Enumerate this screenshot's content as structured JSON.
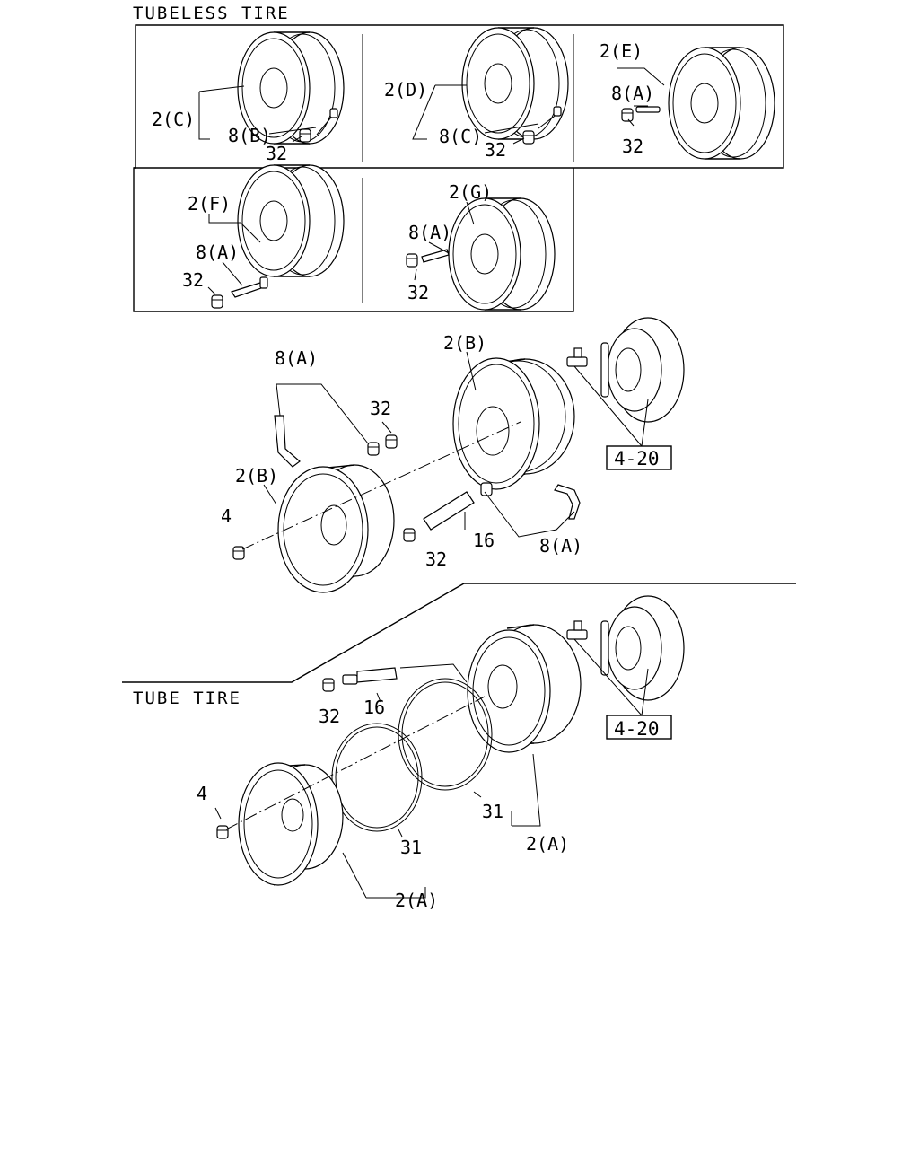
{
  "sections": {
    "tubeless": "TUBELESS TIRE",
    "tube": "TUBE TIRE"
  },
  "labels": {
    "p2c": "2(C)",
    "p8b": "8(B)",
    "p32a": "32",
    "p2d": "2(D)",
    "p8c": "8(C)",
    "p32b": "32",
    "p2e": "2(E)",
    "p8a_e": "8(A)",
    "p32c": "32",
    "p2f": "2(F)",
    "p8a_f": "8(A)",
    "p32d": "32",
    "p2g": "2(G)",
    "p8a_g": "8(A)",
    "p32e": "32",
    "m8a_top": "8(A)",
    "m2b_top": "2(B)",
    "m32_top": "32",
    "m2b_left": "2(B)",
    "m4": "4",
    "m32_bot": "32",
    "m16": "16",
    "m8a_bot": "8(A)",
    "t32": "32",
    "t16": "16",
    "t4": "4",
    "t31a": "31",
    "t31b": "31",
    "t2a_right": "2(A)",
    "t2a_bot": "2(A)"
  },
  "refs": {
    "ref1": "4-20",
    "ref2": "4-20"
  }
}
